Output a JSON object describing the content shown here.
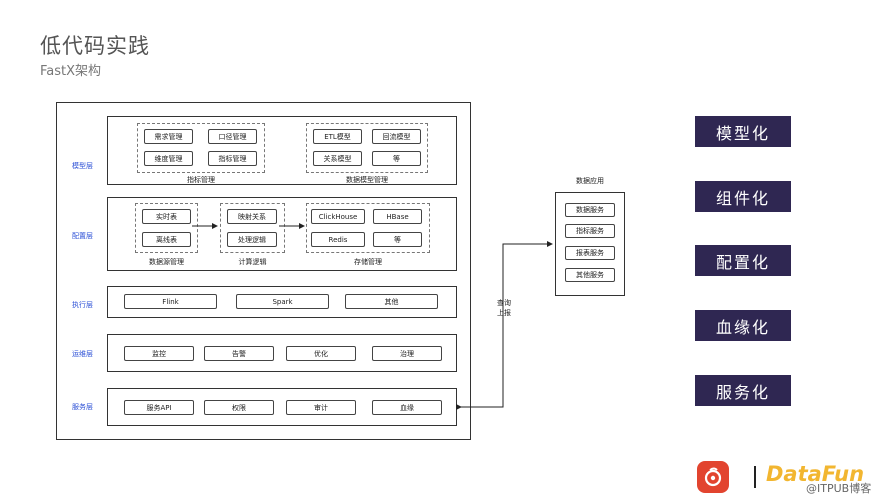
{
  "header": {
    "title": "低代码实践",
    "subtitle": "FastX架构"
  },
  "layers": {
    "model": {
      "label": "模型层",
      "group1": {
        "caption": "指标管理",
        "items": [
          "需求管理",
          "口径管理",
          "维度管理",
          "指标管理"
        ]
      },
      "group2": {
        "caption": "数据模型管理",
        "items": [
          "ETL模型",
          "回流模型",
          "关系模型",
          "等"
        ]
      }
    },
    "config": {
      "label": "配置层",
      "group1": {
        "caption": "数据源管理",
        "items": [
          "实时表",
          "离线表"
        ]
      },
      "group2": {
        "caption": "计算逻辑",
        "items": [
          "映射关系",
          "处理逻辑"
        ]
      },
      "group3": {
        "caption": "存储管理",
        "items": [
          "ClickHouse",
          "HBase",
          "Redis",
          "等"
        ]
      }
    },
    "exec": {
      "label": "执行层",
      "items": [
        "Flink",
        "Spark",
        "其他"
      ]
    },
    "ops": {
      "label": "运维层",
      "items": [
        "监控",
        "告警",
        "优化",
        "治理"
      ]
    },
    "service": {
      "label": "服务层",
      "items": [
        "服务API",
        "权限",
        "审计",
        "血缘"
      ]
    }
  },
  "data_app": {
    "title": "数据应用",
    "items": [
      "数据服务",
      "指标服务",
      "报表服务",
      "其他服务"
    ]
  },
  "link_label": {
    "line1": "查询",
    "line2": "上报"
  },
  "right_features": [
    "模型化",
    "组件化",
    "配置化",
    "血缘化",
    "服务化"
  ],
  "footer": {
    "logo_text": "DataFun",
    "watermark": "@ITPUB博客"
  },
  "colors": {
    "layer_label": "#2b4fd6",
    "feature_bg": "#2f2752",
    "brand_red": "#e2442f",
    "brand_yellow": "#f2b630"
  }
}
